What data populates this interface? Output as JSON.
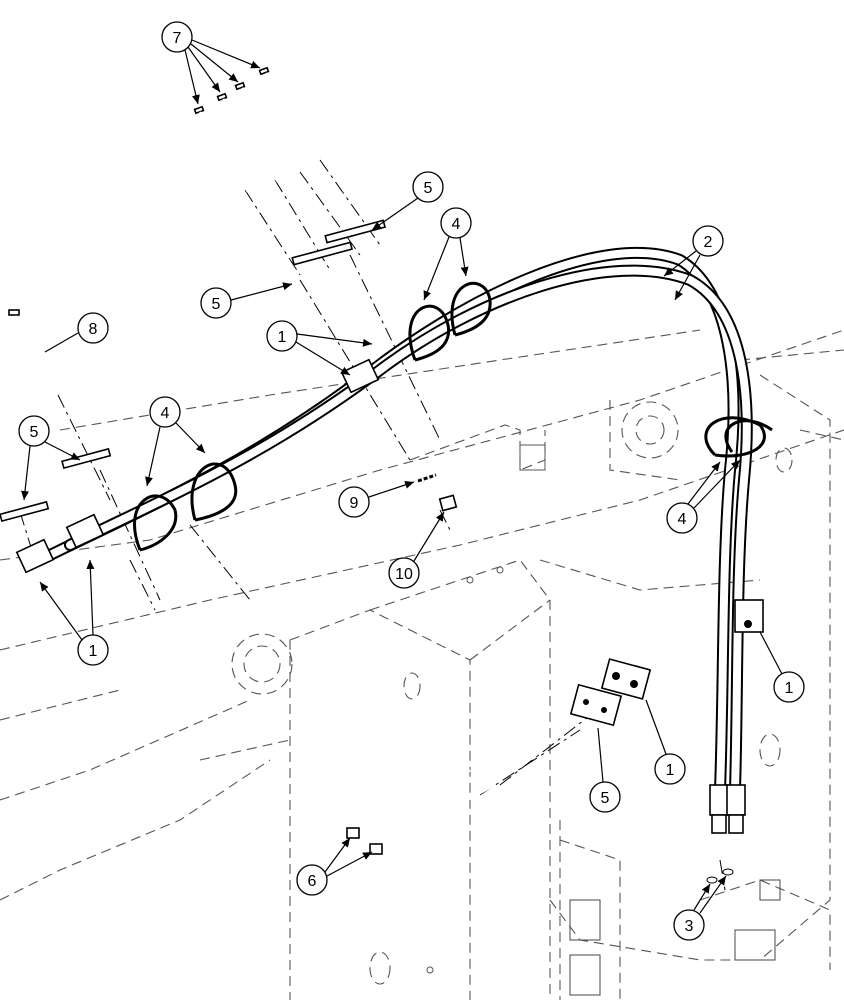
{
  "diagram": {
    "callouts": {
      "c7": "7",
      "c8": "8",
      "c5a": "5",
      "c5b": "5",
      "c5c": "5",
      "c5d": "5",
      "c4a": "4",
      "c4b": "4",
      "c4c": "4",
      "c2": "2",
      "c1a": "1",
      "c1b": "1",
      "c1c": "1",
      "c1d": "1",
      "c9": "9",
      "c10": "10",
      "c6": "6",
      "c3": "3"
    }
  }
}
